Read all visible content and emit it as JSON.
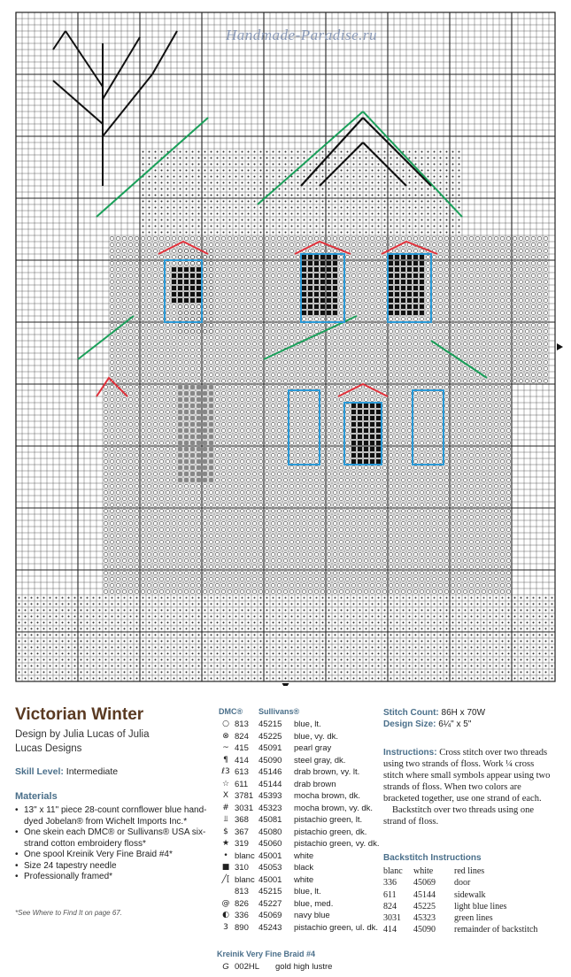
{
  "watermark": "Handmade-Paradise.ru",
  "design": {
    "title": "Victorian Winter",
    "byline": "Design by Julia Lucas of Julia Lucas Designs",
    "skill_label": "Skill Level:",
    "skill_value": "Intermediate"
  },
  "materials": {
    "heading": "Materials",
    "items": [
      "13\" x 11\" piece 28-count cornflower blue hand-dyed Jobelan® from Wichelt Imports Inc.*",
      "One skein each DMC® or Sullivans® USA six-strand cotton embroidery floss*",
      "One spool Kreinik Very Fine Braid #4*",
      "Size 24 tapestry needle",
      "Professionally framed*"
    ],
    "note": "*See Where to Find It on page 67."
  },
  "floss": {
    "head_dmc": "DMC®",
    "head_sullivans": "Sullivans®",
    "rows": [
      {
        "sym": "○",
        "dmc": "813",
        "sul": "45215",
        "name": "blue, lt."
      },
      {
        "sym": "⊗",
        "dmc": "824",
        "sul": "45225",
        "name": "blue, vy. dk."
      },
      {
        "sym": "~",
        "dmc": "415",
        "sul": "45091",
        "name": "pearl gray"
      },
      {
        "sym": "¶",
        "dmc": "414",
        "sul": "45090",
        "name": "steel gray, dk."
      },
      {
        "sym": "ℓ3",
        "dmc": "613",
        "sul": "45146",
        "name": "drab brown, vy. lt."
      },
      {
        "sym": "☆",
        "dmc": "611",
        "sul": "45144",
        "name": "drab brown"
      },
      {
        "sym": "X",
        "dmc": "3781",
        "sul": "45393",
        "name": "mocha brown, dk."
      },
      {
        "sym": "#",
        "dmc": "3031",
        "sul": "45323",
        "name": "mocha brown, vy. dk."
      },
      {
        "sym": "⫫",
        "dmc": "368",
        "sul": "45081",
        "name": "pistachio green, lt."
      },
      {
        "sym": "$",
        "dmc": "367",
        "sul": "45080",
        "name": "pistachio green, dk."
      },
      {
        "sym": "★",
        "dmc": "319",
        "sul": "45060",
        "name": "pistachio green, vy. dk."
      },
      {
        "sym": "•",
        "dmc": "blanc",
        "sul": "45001",
        "name": "white"
      },
      {
        "sym": "■",
        "dmc": "310",
        "sul": "45053",
        "name": "black"
      },
      {
        "sym": "╱[",
        "dmc": "blanc",
        "sul": "45001",
        "name": "white"
      },
      {
        "sym": "",
        "dmc": "813",
        "sul": "45215",
        "name": "blue, lt."
      },
      {
        "sym": "@",
        "dmc": "826",
        "sul": "45227",
        "name": "blue, med."
      },
      {
        "sym": "◐",
        "dmc": "336",
        "sul": "45069",
        "name": "navy blue"
      },
      {
        "sym": "3",
        "dmc": "890",
        "sul": "45243",
        "name": "pistachio green, ul. dk."
      }
    ]
  },
  "kreinik": {
    "heading": "Kreinik Very Fine Braid #4",
    "sym": "G",
    "code": "002HL",
    "name": "gold high lustre"
  },
  "stitch_count": {
    "label": "Stitch Count:",
    "value": "86H x 70W"
  },
  "design_size": {
    "label": "Design Size:",
    "value": "6¼\" x 5\""
  },
  "instructions": {
    "label": "Instructions:",
    "p1": "Cross stitch over two threads using two strands of floss. Work ¼ cross stitch where small symbols appear using two strands of floss. When two colors are bracketed together, use one strand of each.",
    "p2": "Backstitch over two threads using one strand of floss."
  },
  "backstitch": {
    "heading": "Backstitch Instructions",
    "header": {
      "c1": "blanc",
      "c2": "white",
      "c3": "red lines"
    },
    "rows": [
      {
        "c1": "336",
        "c2": "45069",
        "c3": "door"
      },
      {
        "c1": "611",
        "c2": "45144",
        "c3": "sidewalk"
      },
      {
        "c1": "824",
        "c2": "45225",
        "c3": "light blue lines"
      },
      {
        "c1": "3031",
        "c2": "45323",
        "c3": "green lines"
      },
      {
        "c1": "414",
        "c2": "45090",
        "c3": "remainder of backstitch"
      }
    ]
  },
  "colors": {
    "grid": "#222222",
    "red": "#e0303a",
    "blue": "#2a9ad8",
    "green": "#1aa05a",
    "title": "#5a3a22",
    "accent": "#4a6f8a"
  }
}
